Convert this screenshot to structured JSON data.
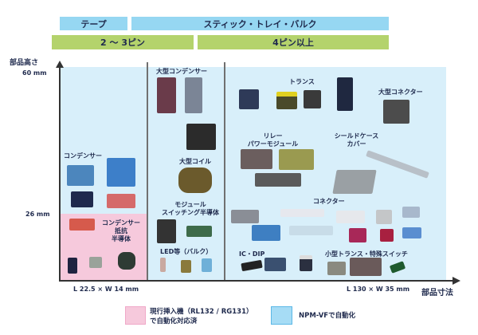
{
  "header": {
    "tape": "テープ",
    "stick_tray_bulk": "スティック・トレイ・バルク",
    "pins_2_3": "2 ～ 3ピン",
    "pins_4plus": "4ピン以上"
  },
  "axes": {
    "y_label": "部品高さ",
    "y_max": "60 mm",
    "y_mid": "26 mm",
    "x_label": "部品寸法",
    "x_small": "L 22.5 × W 14 mm",
    "x_large": "L 130 × W 35 mm"
  },
  "labels": {
    "capacitor": "コンデンサー",
    "cap_res_semi": [
      "コンデンサー",
      "抵抗",
      "半導体"
    ],
    "large_capacitor": "大型コンデンサー",
    "large_coil": "大型コイル",
    "module_switching": [
      "モジュール",
      "スイッチング半導体"
    ],
    "led_bulk": "LED等（バルク）",
    "transformer": "トランス",
    "large_connector": "大型コネクター",
    "relay_power": [
      "リレー",
      "パワーモジュール"
    ],
    "shield_case": [
      "シールドケース",
      "カバー"
    ],
    "connector": "コネクター",
    "ic_dip": "IC・DIP",
    "small_trans_switch": "小型トランス・特殊スイッチ"
  },
  "legend": {
    "current": [
      "現行挿入機（RL132 / RG131）",
      "で自動化対応済"
    ],
    "npm": "NPM-VFで自動化",
    "colors": {
      "current": "#f6c9dc",
      "npm": "#a6dcf5"
    }
  }
}
